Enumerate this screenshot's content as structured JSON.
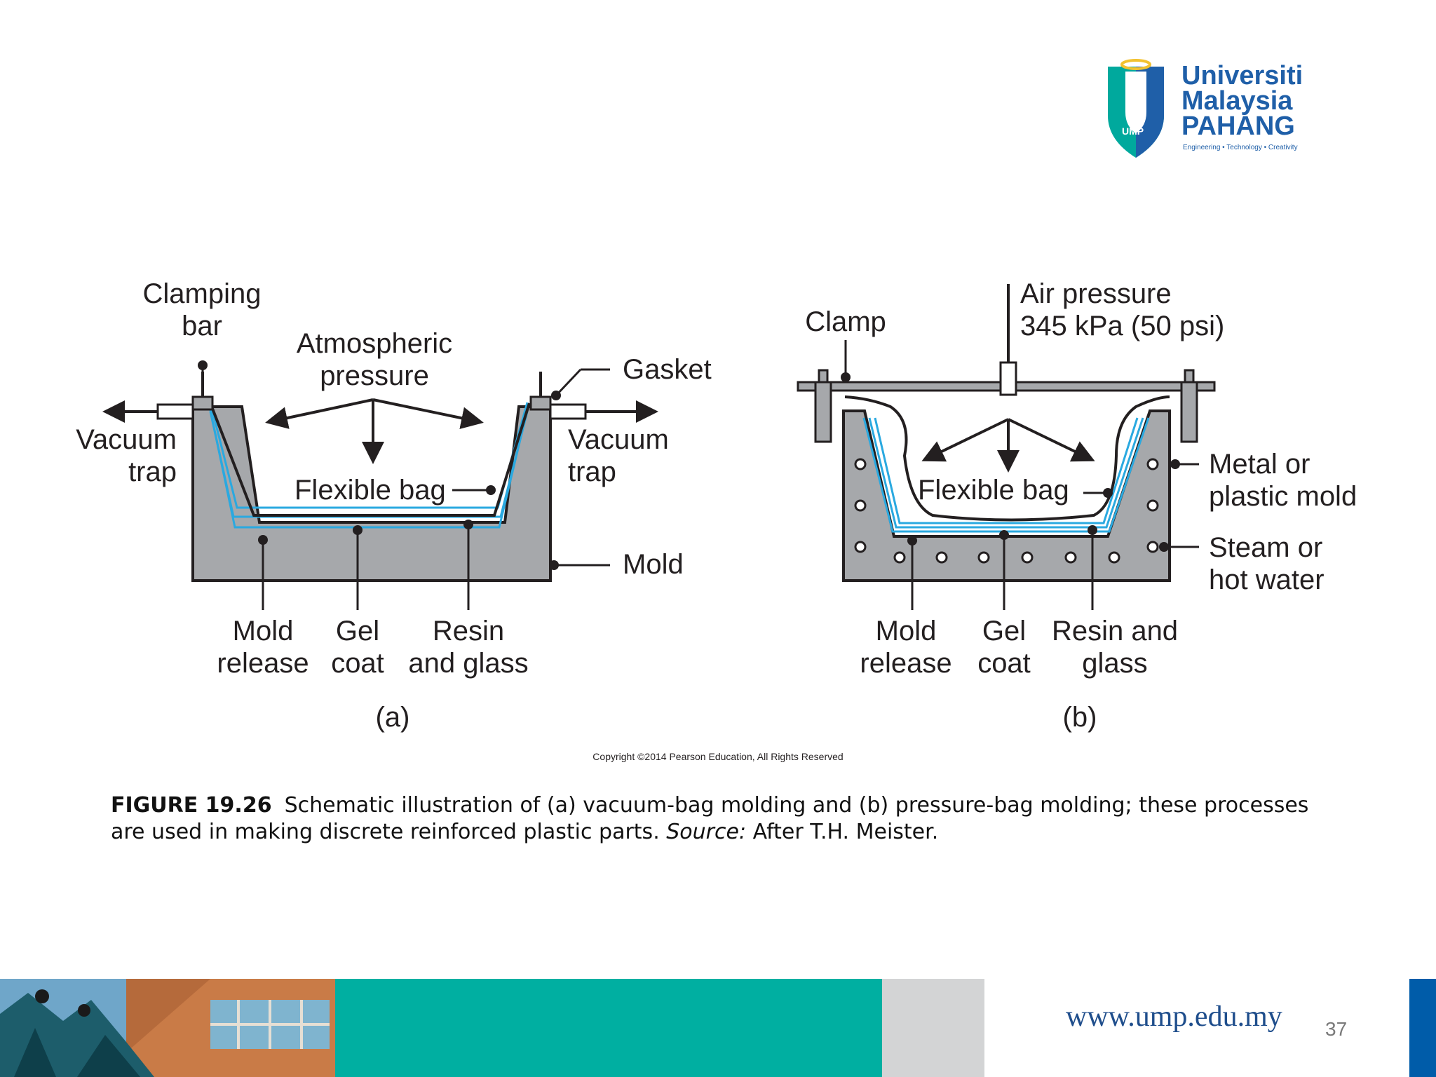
{
  "logo": {
    "line1": "Universiti",
    "line2": "Malaysia",
    "line3": "PAHANG",
    "tagline": "Engineering • Technology • Creativity",
    "badge": "UMP",
    "colors": {
      "blue": "#1f5fa8",
      "teal": "#00a99d",
      "yellow": "#f2c230"
    }
  },
  "figure_a": {
    "clamping_bar_1": "Clamping",
    "clamping_bar_2": "bar",
    "atmospheric_1": "Atmospheric",
    "atmospheric_2": "pressure",
    "gasket": "Gasket",
    "vacuum_left_1": "Vacuum",
    "vacuum_left_2": "trap",
    "vacuum_right_1": "Vacuum",
    "vacuum_right_2": "trap",
    "flexible_bag": "Flexible bag",
    "mold": "Mold",
    "mold_release_1": "Mold",
    "mold_release_2": "release",
    "gel_coat_1": "Gel",
    "gel_coat_2": "coat",
    "resin_1": "Resin",
    "resin_2": "and glass",
    "sublabel": "(a)"
  },
  "figure_b": {
    "air_pressure_1": "Air pressure",
    "air_pressure_2": "345 kPa (50 psi)",
    "clamp": "Clamp",
    "flexible_bag": "Flexible bag",
    "metal_mold_1": "Metal or",
    "metal_mold_2": "plastic mold",
    "steam_1": "Steam or",
    "steam_2": "hot water",
    "mold_release_1": "Mold",
    "mold_release_2": "release",
    "gel_coat_1": "Gel",
    "gel_coat_2": "coat",
    "resin_1": "Resin and",
    "resin_2": "glass",
    "sublabel": "(b)"
  },
  "copyright": "Copyright ©2014 Pearson Education, All Rights Reserved",
  "caption": {
    "figure_label": "FIGURE 19.26",
    "text_part1": "Schematic illustration of (a) vacuum-bag molding and (b) pressure-bag molding; these processes are used in making discrete reinforced plastic parts. ",
    "source_label": "Source:",
    "source_text": " After T.H. Meister."
  },
  "footer": {
    "website": "www.ump.edu.my",
    "page_number": "37",
    "colors": {
      "teal": "#00afa1",
      "grey": "#d3d4d5",
      "blue": "#005ca9"
    }
  }
}
